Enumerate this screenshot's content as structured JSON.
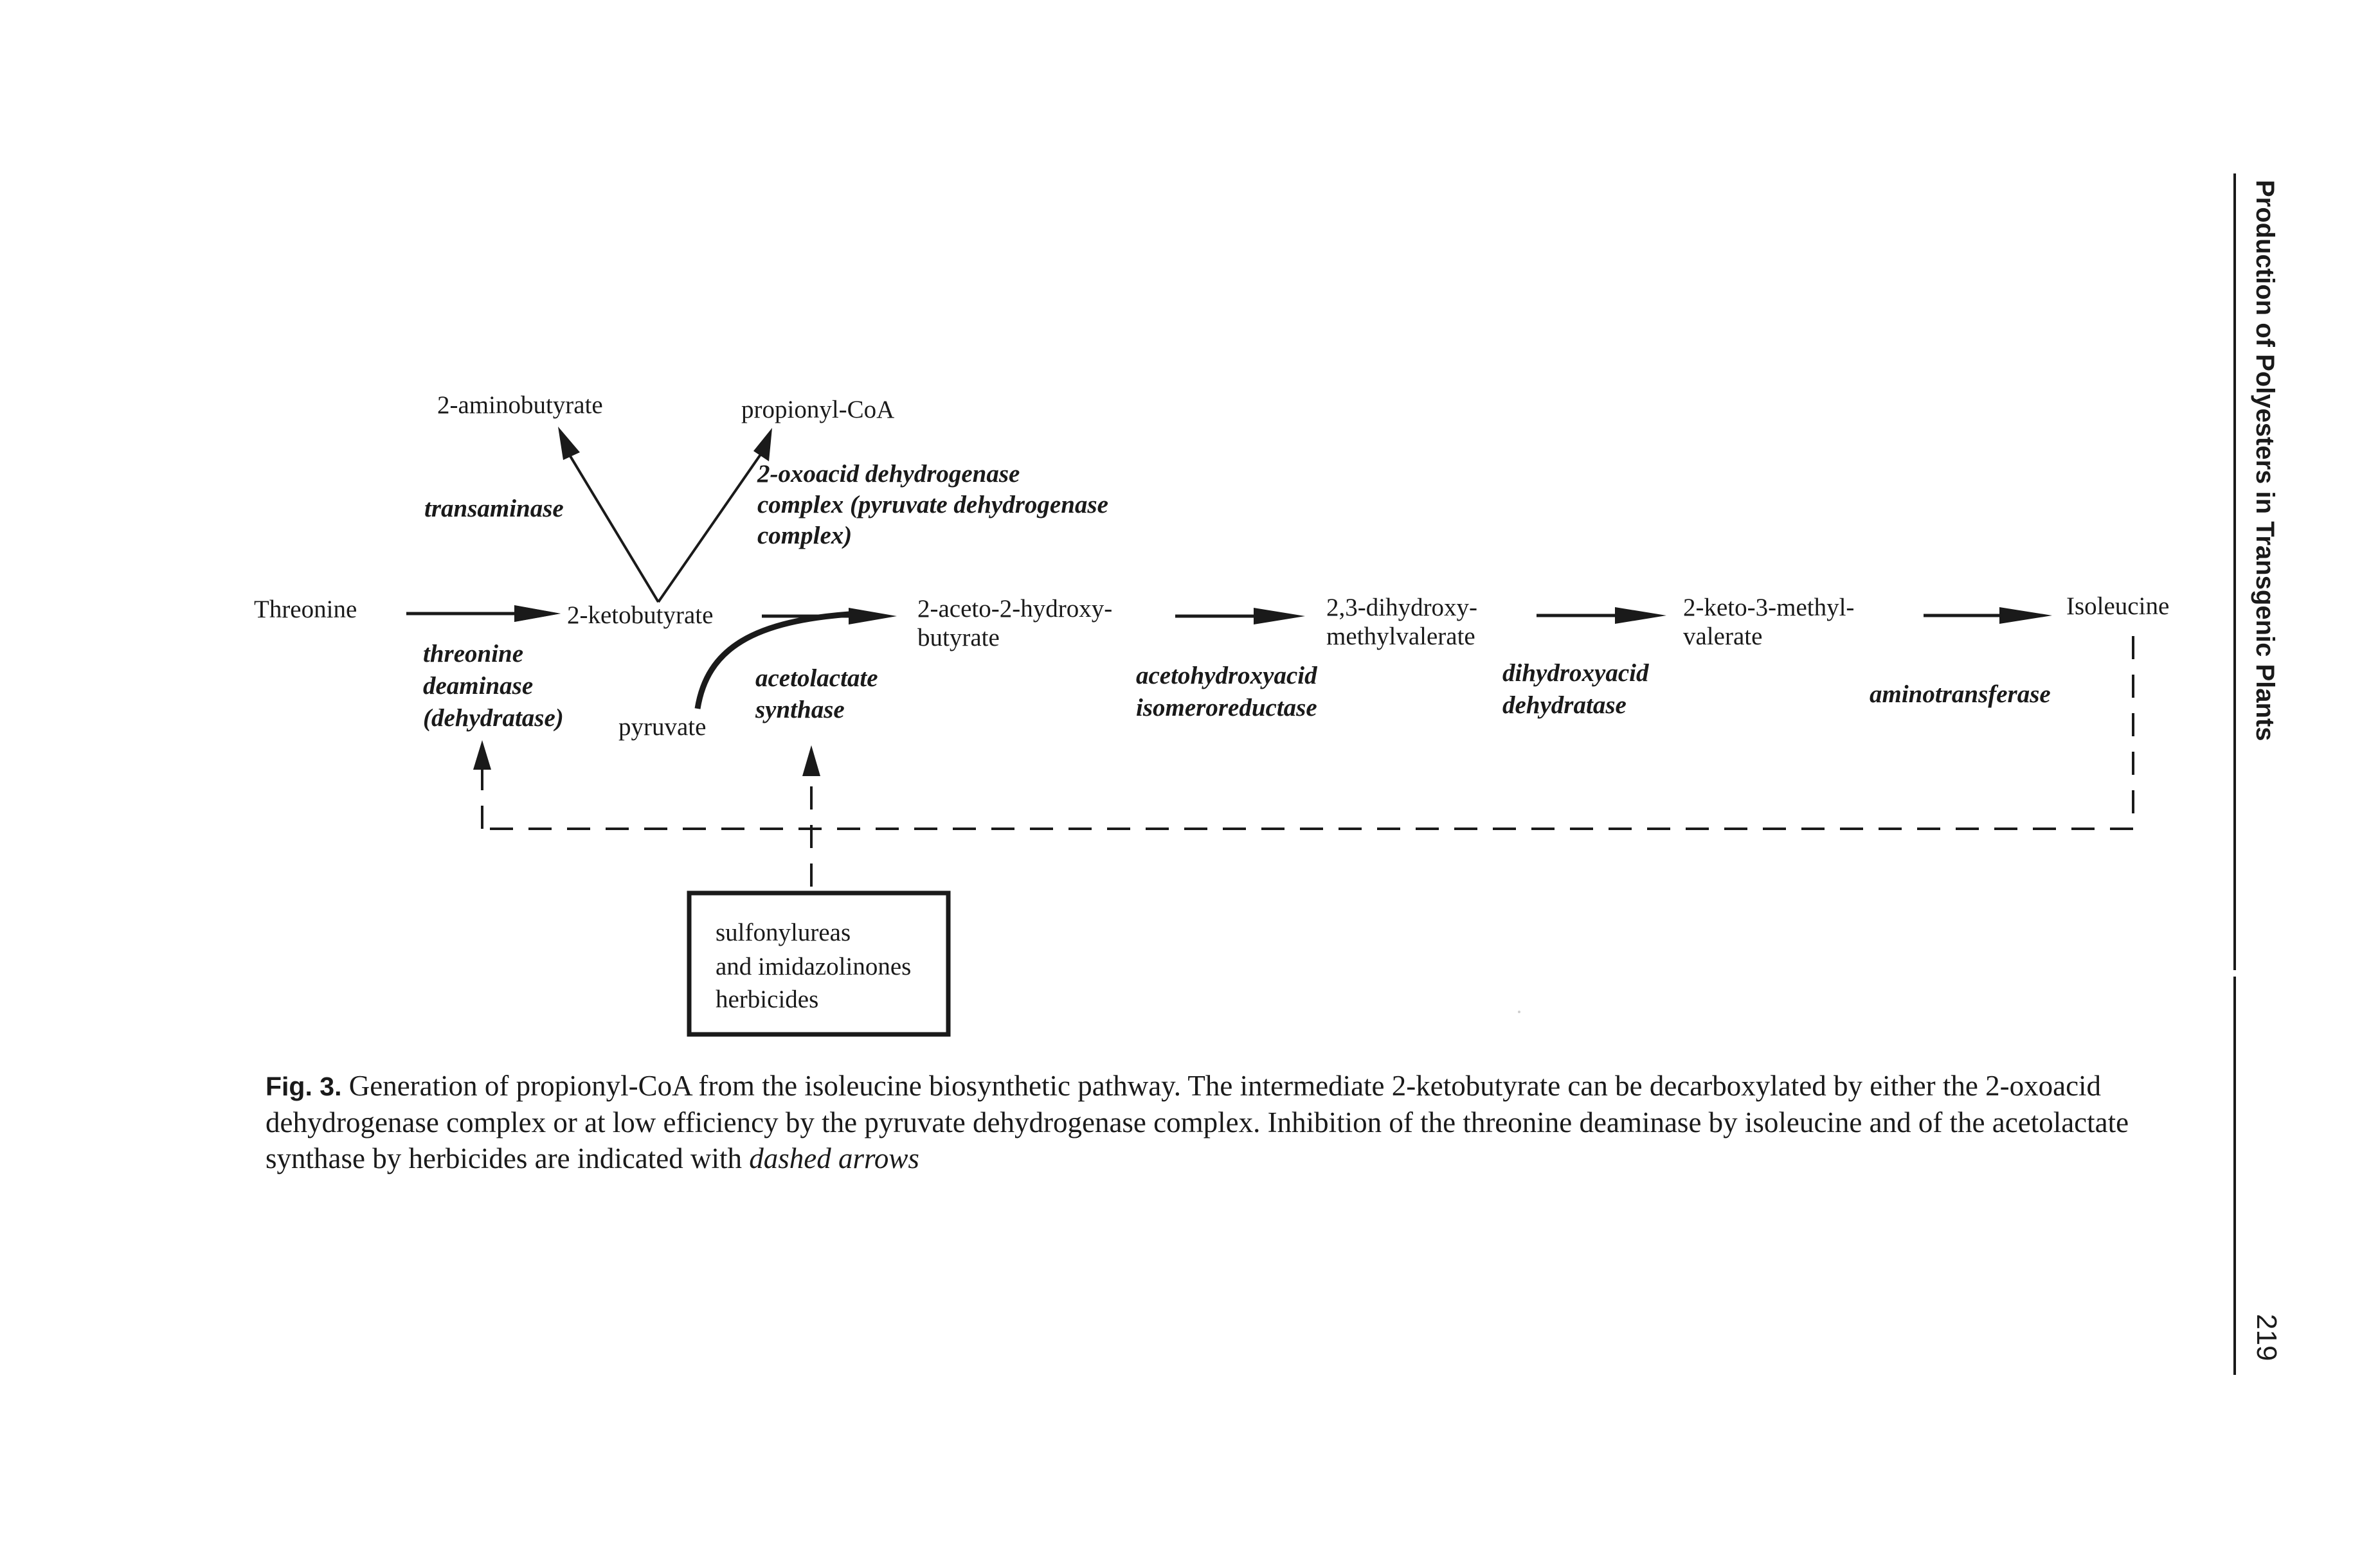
{
  "diagram": {
    "compounds": {
      "threonine": "Threonine",
      "ketobutyrate": "2-ketobutyrate",
      "aminobutyrate": "2-aminobutyrate",
      "propionyl_coa": "propionyl-CoA",
      "pyruvate": "pyruvate",
      "aceto_line1": "2-aceto-2-hydroxy-",
      "aceto_line2": "butyrate",
      "dihydroxy_line1": "2,3-dihydroxy-",
      "dihydroxy_line2": "methylvalerate",
      "keto_line1": "2-keto-3-methyl-",
      "keto_line2": "valerate",
      "isoleucine": "Isoleucine"
    },
    "enzymes": {
      "transaminase": "transaminase",
      "oxoacid_line1": "2-oxoacid dehydrogenase",
      "oxoacid_line2": "complex (pyruvate dehydrogenase",
      "oxoacid_line3": "complex)",
      "threonine_deaminase_line1": "threonine",
      "threonine_deaminase_line2": "deaminase",
      "threonine_deaminase_line3": "(dehydratase)",
      "acetolactate_line1": "acetolactate",
      "acetolactate_line2": "synthase",
      "aceto_reductase_line1": "acetohydroxyacid",
      "aceto_reductase_line2": "isomeroreductase",
      "dihydroxyacid_line1": "dihydroxyacid",
      "dihydroxyacid_line2": "dehydratase",
      "aminotransferase": "aminotransferase"
    },
    "herbicide_box": {
      "line1": "sulfonylureas",
      "line2": "and imidazolinones",
      "line3": "herbicides"
    }
  },
  "caption": {
    "label": "Fig. 3.",
    "text": " Generation of propionyl-CoA from the isoleucine biosynthetic pathway. The intermediate 2-ketobutyrate can be decarboxylated by either the 2-oxoacid dehydrogenase complex or at low efficiency by the pyruvate dehydrogenase complex. Inhibition of the threonine deaminase by isoleucine and of the acetolactate synthase by herbicides are indicated with ",
    "emphasis": "dashed arrows"
  },
  "running_head": "Production of Polyesters in Transgenic Plants",
  "page_number": "219"
}
